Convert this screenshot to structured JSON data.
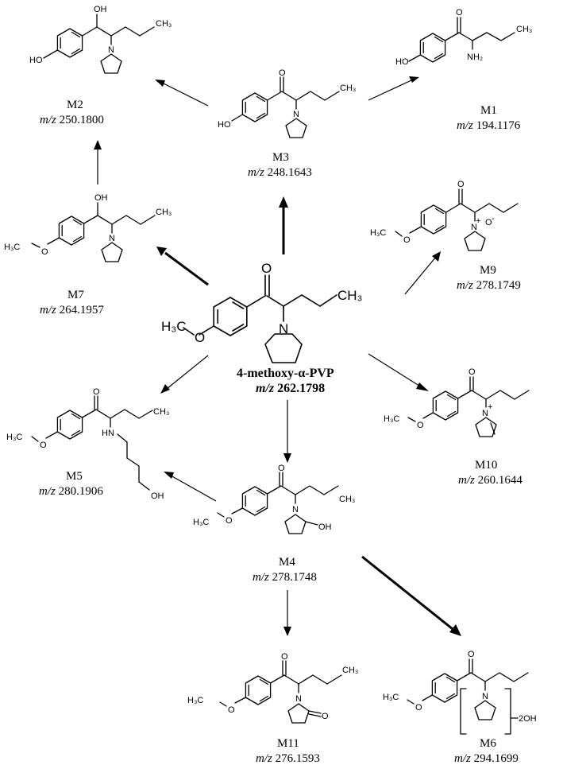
{
  "parent": {
    "name": "4-methoxy-α-PVP",
    "mz_prefix": "m/z",
    "mz_value": "262.1798"
  },
  "metabolites": [
    {
      "id": "M1",
      "mz_prefix": "m/z",
      "mz_value": "194.1176"
    },
    {
      "id": "M2",
      "mz_prefix": "m/z",
      "mz_value": "250.1800"
    },
    {
      "id": "M3",
      "mz_prefix": "m/z",
      "mz_value": "248.1643"
    },
    {
      "id": "M4",
      "mz_prefix": "m/z",
      "mz_value": "278.1748"
    },
    {
      "id": "M5",
      "mz_prefix": "m/z",
      "mz_value": "280.1906"
    },
    {
      "id": "M6",
      "mz_prefix": "m/z",
      "mz_value": "294.1699"
    },
    {
      "id": "M7",
      "mz_prefix": "m/z",
      "mz_value": "264.1957"
    },
    {
      "id": "M9",
      "mz_prefix": "m/z",
      "mz_value": "278.1749"
    },
    {
      "id": "M10",
      "mz_prefix": "m/z",
      "mz_value": "260.1644"
    },
    {
      "id": "M11",
      "mz_prefix": "m/z",
      "mz_value": "276.1593"
    }
  ],
  "atoms": {
    "O": "O",
    "OH": "OH",
    "HO": "HO",
    "N": "N",
    "HN": "HN",
    "NH2": "NH₂",
    "CH3": "CH₃",
    "H3C": "H₃C",
    "plus": "+",
    "minus": "-",
    "twoOH": "2OH"
  },
  "pathways": [
    {
      "from": "parent",
      "to": "M3",
      "emphasis": "major"
    },
    {
      "from": "parent",
      "to": "M7",
      "emphasis": "major"
    },
    {
      "from": "parent",
      "to": "M9",
      "emphasis": "minor"
    },
    {
      "from": "parent",
      "to": "M10",
      "emphasis": "minor"
    },
    {
      "from": "parent",
      "to": "M5",
      "emphasis": "minor"
    },
    {
      "from": "parent",
      "to": "M4",
      "emphasis": "minor"
    },
    {
      "from": "M3",
      "to": "M2",
      "emphasis": "minor"
    },
    {
      "from": "M3",
      "to": "M1",
      "emphasis": "minor"
    },
    {
      "from": "M7",
      "to": "M2",
      "emphasis": "minor"
    },
    {
      "from": "M4",
      "to": "M5",
      "emphasis": "minor"
    },
    {
      "from": "M4",
      "to": "M11",
      "emphasis": "minor"
    },
    {
      "from": "M4",
      "to": "M6",
      "emphasis": "major"
    }
  ]
}
